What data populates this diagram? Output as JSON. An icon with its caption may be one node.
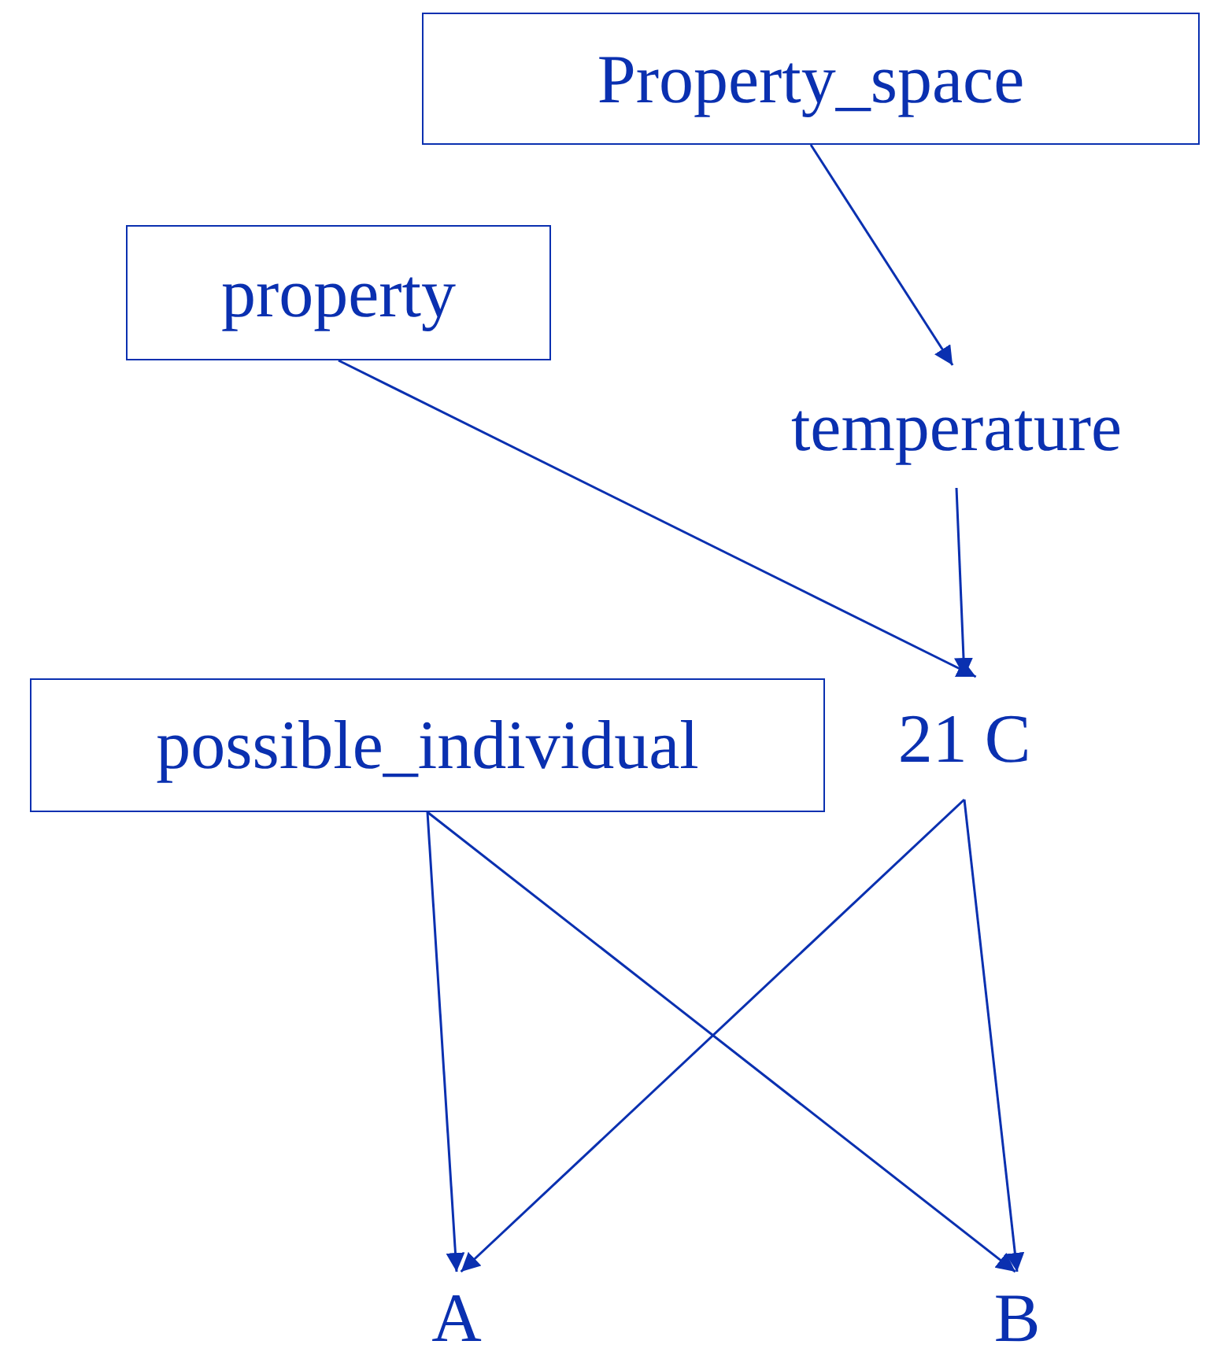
{
  "diagram": {
    "nodes": [
      {
        "text": [
          "Property_space"
        ]
      },
      {
        "text": [
          "property"
        ]
      },
      {
        "text": [
          "temperature"
        ]
      },
      {
        "text": [
          "possible_individual"
        ]
      },
      {
        "text": [
          "21 C"
        ]
      },
      {
        "text": [
          "A"
        ]
      },
      {
        "text": [
          "B"
        ]
      }
    ],
    "edges": [
      {
        "from": 0,
        "to": 2,
        "arrow": "to"
      },
      {
        "from": 1,
        "to": 4,
        "arrow": "to"
      },
      {
        "from": 2,
        "to": 4,
        "arrow": "to"
      },
      {
        "from": 3,
        "to": 5,
        "arrow": "to"
      },
      {
        "from": 3,
        "to": 6,
        "arrow": "to"
      },
      {
        "from": 4,
        "to": 5,
        "arrow": "to"
      },
      {
        "from": 4,
        "to": 6,
        "arrow": "to"
      }
    ]
  }
}
